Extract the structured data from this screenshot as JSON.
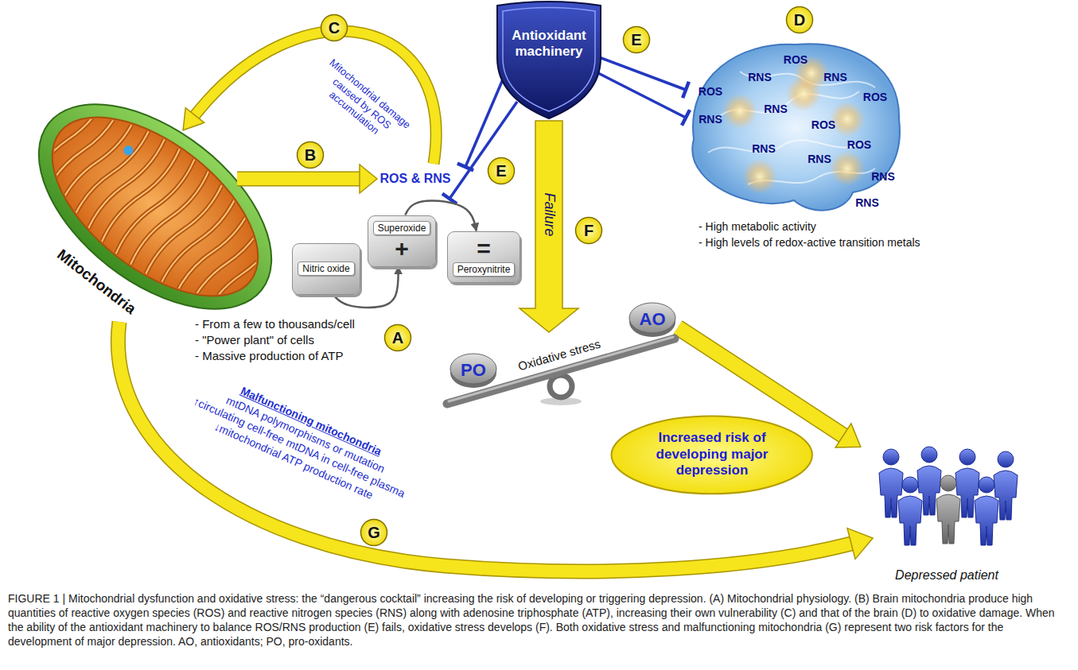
{
  "diagram": {
    "caption": "FIGURE 1 | Mitochondrial dysfunction and oxidative stress: the “dangerous cocktail” increasing the risk of developing or triggering depression. (A) Mitochondrial physiology. (B) Brain mitochondria produce high quantities of reactive oxygen species (ROS) and reactive nitrogen species (RNS) along with adenosine triphosphate (ATP), increasing their own vulnerability (C) and that of the brain (D) to oxidative damage. When the ability of the antioxidant machinery to balance ROS/RNS production (E) fails, oxidative stress develops (F). Both oxidative stress and malfunctioning mitochondria (G) represent two risk factors for the development of major depression. AO, antioxidants; PO, pro-oxidants.",
    "nodes": [
      {
        "text": [
          "C"
        ]
      },
      {
        "text": [
          "Antioxidant machinery"
        ]
      },
      {
        "text": [
          "E"
        ]
      },
      {
        "text": [
          "E"
        ]
      },
      {
        "text": [
          "D"
        ]
      },
      {
        "text": [
          "B"
        ]
      },
      {
        "text": [
          "Nitric oxide"
        ]
      },
      {
        "text": [
          "Superoxide",
          "+"
        ]
      },
      {
        "text": [
          "=",
          "Peroxynitrite"
        ]
      },
      {
        "text": [
          "F"
        ]
      },
      {
        "text": [
          "A"
        ]
      },
      {
        "text": [
          "PO"
        ]
      },
      {
        "text": [
          "AO"
        ]
      },
      {
        "text": [
          "Increased risk of developing major depression"
        ]
      },
      {
        "text": [
          "G"
        ]
      }
    ],
    "edges": [
      {
        "from": 6,
        "to": 7,
        "arrow": "to"
      },
      {
        "from": 7,
        "to": 8,
        "arrow": "to"
      }
    ],
    "labels": [
      "Mitochondrial damage caused by ROS accumulation",
      "ROS & RNS",
      "ROS",
      "RNS",
      "RNS",
      "ROS",
      "ROS",
      "RNS",
      "RNS",
      "ROS",
      "ROS",
      "RNS",
      "RNS",
      "RNS",
      "RNS",
      "Mitochondria",
      "- From a few to thousands/cell",
      "- \"Power plant\" of cells",
      "- Massive production of ATP",
      "- High metabolic activity",
      "- High levels of redox-active transition metals",
      "Failure",
      "Oxidative stress",
      "Malfunctioning mitochondria",
      "mtDNA polymorphisms or mutation",
      "↑circulating cell-free mtDNA in cell-free plasma",
      "↓mitochondrial ATP production rate",
      "Depressed patient"
    ]
  }
}
